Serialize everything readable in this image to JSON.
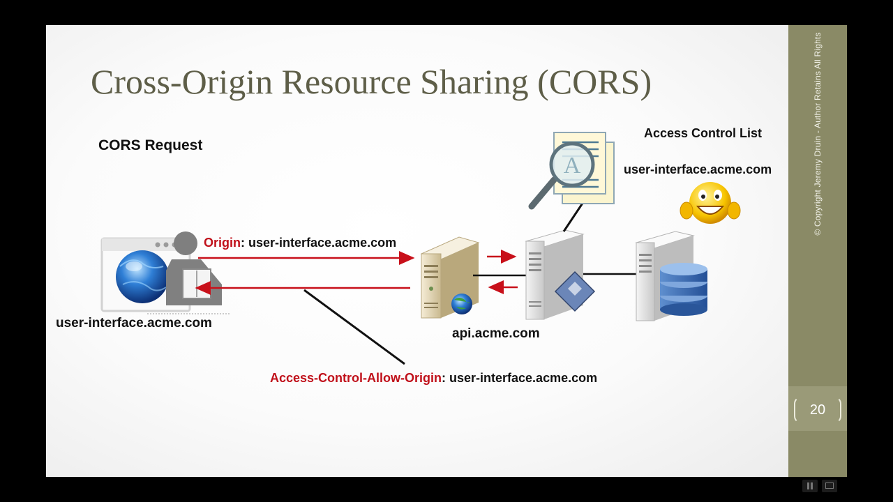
{
  "slide": {
    "title": "Cross-Origin Resource Sharing (CORS)",
    "page_number": "20",
    "copyright": "© Copyright Jeremy Druin - Author Retains All Rights"
  },
  "diagram": {
    "cors_request": "CORS Request",
    "origin_label": "Origin",
    "origin_value": ": user-interface.acme.com",
    "client_domain": "user-interface.acme.com",
    "api_domain": "api.acme.com",
    "acl_title": "Access Control List",
    "acl_entry": "user-interface.acme.com",
    "response_header_label": "Access-Control-Allow-Origin",
    "response_header_value": ": user-interface.acme.com"
  },
  "colors": {
    "request_arrow": "#c8101a",
    "sidebar": "#8a8a66",
    "title": "#5e5e48"
  }
}
